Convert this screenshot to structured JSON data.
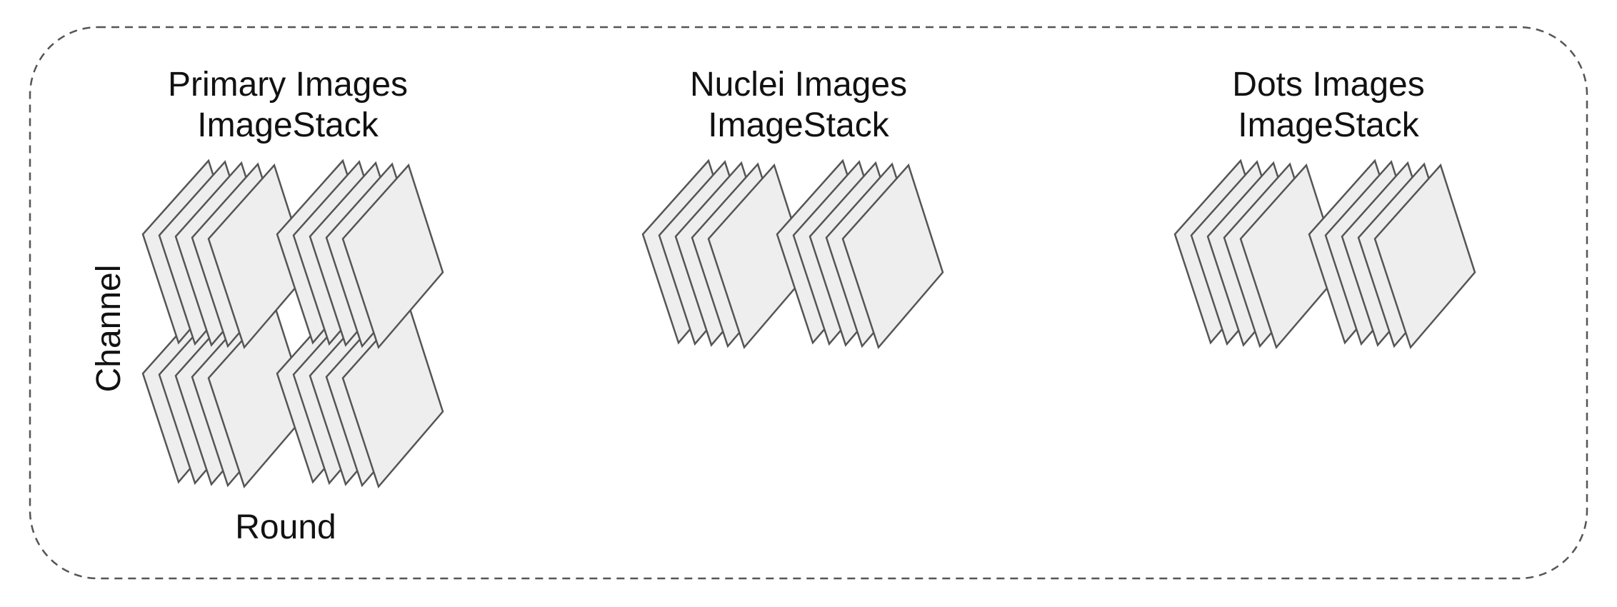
{
  "diagram": {
    "colors": {
      "plane_fill": "#eeeeee",
      "plane_stroke": "#555555",
      "border": "#555555",
      "text": "#111111"
    },
    "groups": [
      {
        "title_line1": "Primary Images",
        "title_line2": "ImageStack",
        "stacks": {
          "rounds": 2,
          "channels": 2,
          "planes_per_stack": 5
        }
      },
      {
        "title_line1": "Nuclei Images",
        "title_line2": "ImageStack",
        "stacks": {
          "rounds": 2,
          "channels": 1,
          "planes_per_stack": 5
        }
      },
      {
        "title_line1": "Dots Images",
        "title_line2": "ImageStack",
        "stacks": {
          "rounds": 2,
          "channels": 1,
          "planes_per_stack": 5
        }
      }
    ],
    "axis_labels": {
      "channel": "Channel",
      "round": "Round"
    }
  }
}
